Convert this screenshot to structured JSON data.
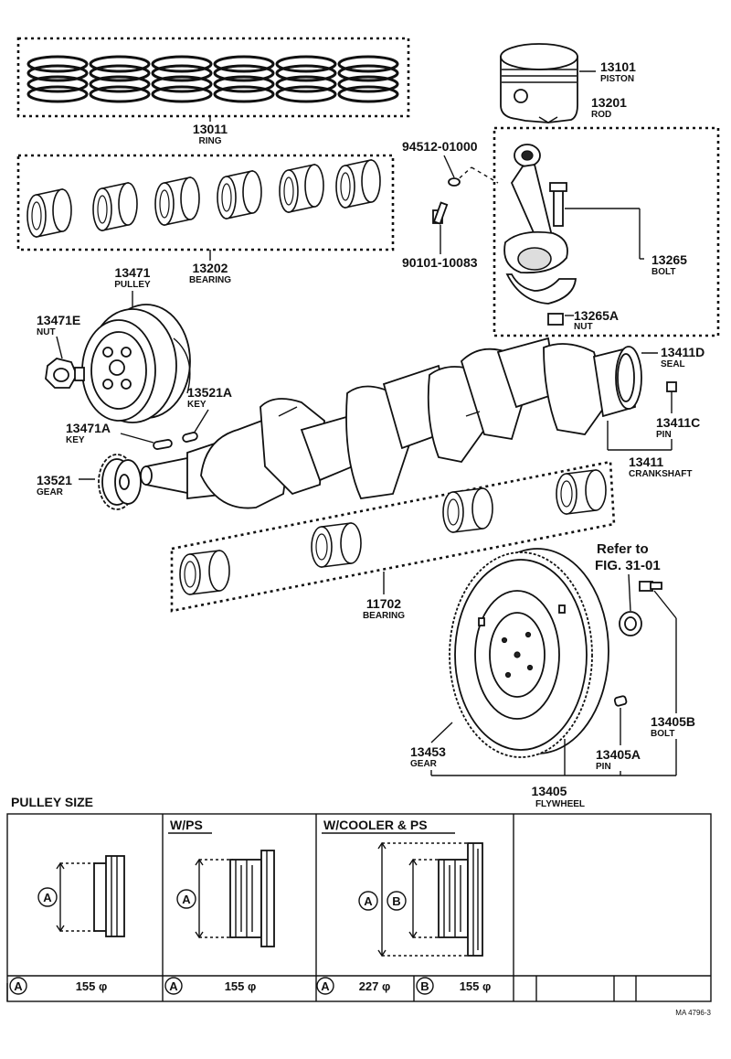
{
  "parts": {
    "ring": {
      "number": "13011",
      "label": "RING"
    },
    "piston": {
      "number": "13101",
      "label": "PISTON"
    },
    "rod": {
      "number": "13201",
      "label": "ROD"
    },
    "bushing": {
      "number": "94512-01000"
    },
    "bolt_rod": {
      "number": "90101-10083"
    },
    "rod_bearing": {
      "number": "13202",
      "label": "BEARING"
    },
    "rod_bolt": {
      "number": "13265",
      "label": "BOLT"
    },
    "rod_nut": {
      "number": "13265A",
      "label": "NUT"
    },
    "pulley": {
      "number": "13471",
      "label": "PULLEY"
    },
    "pulley_nut": {
      "number": "13471E",
      "label": "NUT"
    },
    "key_b": {
      "number": "13521A",
      "label": "KEY"
    },
    "key_a": {
      "number": "13471A",
      "label": "KEY"
    },
    "gear_crank": {
      "number": "13521",
      "label": "GEAR"
    },
    "seal": {
      "number": "13411D",
      "label": "SEAL"
    },
    "pin_crank": {
      "number": "13411C",
      "label": "PIN"
    },
    "crankshaft": {
      "number": "13411",
      "label": "CRANKSHAFT"
    },
    "main_bearing": {
      "number": "11702",
      "label": "BEARING"
    },
    "refer": {
      "line1": "Refer to",
      "line2": "FIG. 31-01"
    },
    "fw_bolt": {
      "number": "13405B",
      "label": "BOLT"
    },
    "fw_pin": {
      "number": "13405A",
      "label": "PIN"
    },
    "fw_gear": {
      "number": "13453",
      "label": "GEAR"
    },
    "flywheel": {
      "number": "13405",
      "label": "FLYWHEEL"
    }
  },
  "pulley_table": {
    "title": "PULLEY SIZE",
    "col_wps": "W/PS",
    "col_cooler": "W/COOLER & PS",
    "mark_a": "A",
    "mark_b": "B",
    "val_std": "155 φ",
    "val_wps": "155 φ",
    "val_cooler_a": "227 φ",
    "val_cooler_b": "155 φ"
  },
  "footer_code": "MA 4796-3"
}
